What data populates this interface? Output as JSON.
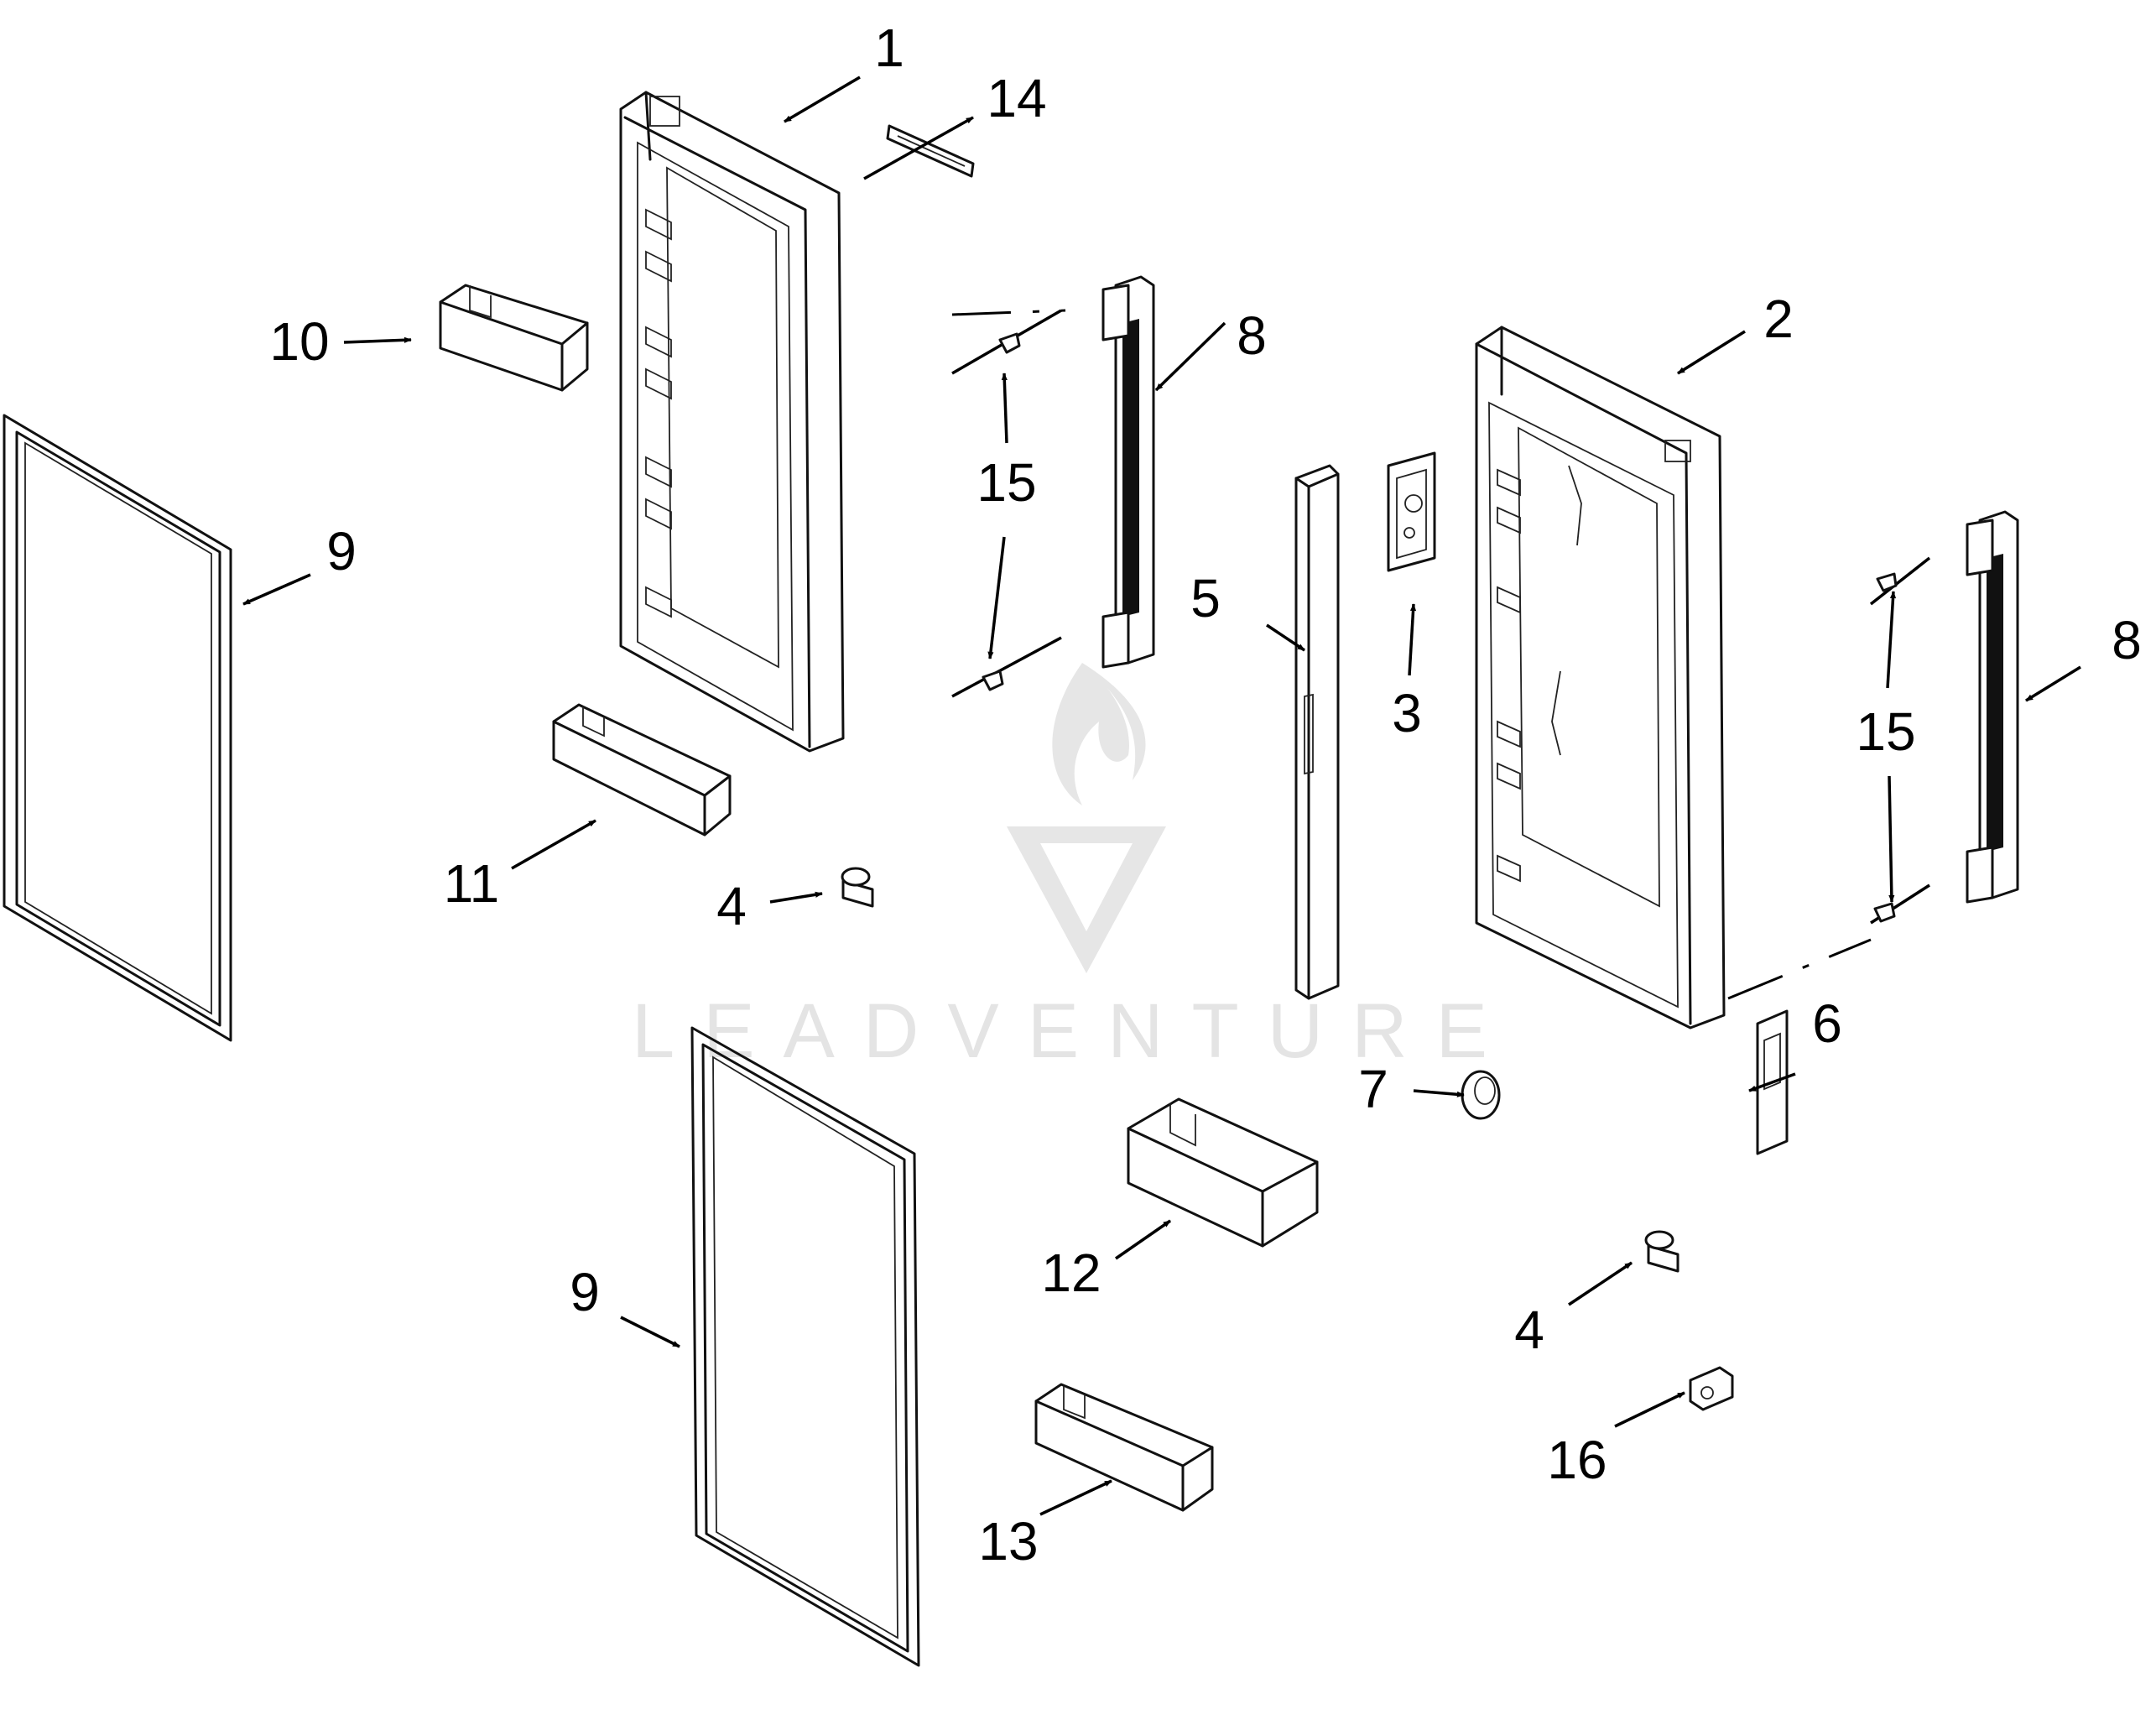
{
  "watermark": {
    "text": "LEADVENTURE",
    "color": "#e4e4e4"
  },
  "callouts": [
    {
      "id": "1",
      "text": "1",
      "part": "left-door"
    },
    {
      "id": "2",
      "text": "2",
      "part": "right-door"
    },
    {
      "id": "3",
      "text": "3",
      "part": "control-board"
    },
    {
      "id": "4a",
      "text": "4",
      "part": "hinge-clip"
    },
    {
      "id": "4b",
      "text": "4",
      "part": "hinge-clip"
    },
    {
      "id": "5",
      "text": "5",
      "part": "mullion-flipper"
    },
    {
      "id": "6",
      "text": "6",
      "part": "cover-plate"
    },
    {
      "id": "7",
      "text": "7",
      "part": "plug-cap"
    },
    {
      "id": "8a",
      "text": "8",
      "part": "door-handle"
    },
    {
      "id": "8b",
      "text": "8",
      "part": "door-handle"
    },
    {
      "id": "9a",
      "text": "9",
      "part": "door-gasket"
    },
    {
      "id": "9b",
      "text": "9",
      "part": "door-gasket"
    },
    {
      "id": "10",
      "text": "10",
      "part": "door-bin"
    },
    {
      "id": "11",
      "text": "11",
      "part": "door-bin"
    },
    {
      "id": "12",
      "text": "12",
      "part": "door-bin"
    },
    {
      "id": "13",
      "text": "13",
      "part": "door-bin"
    },
    {
      "id": "14",
      "text": "14",
      "part": "label-strip"
    },
    {
      "id": "15a",
      "text": "15",
      "part": "handle-mounting-screws"
    },
    {
      "id": "15b",
      "text": "15",
      "part": "handle-mounting-screws"
    },
    {
      "id": "16",
      "text": "16",
      "part": "switch-actuator"
    }
  ]
}
